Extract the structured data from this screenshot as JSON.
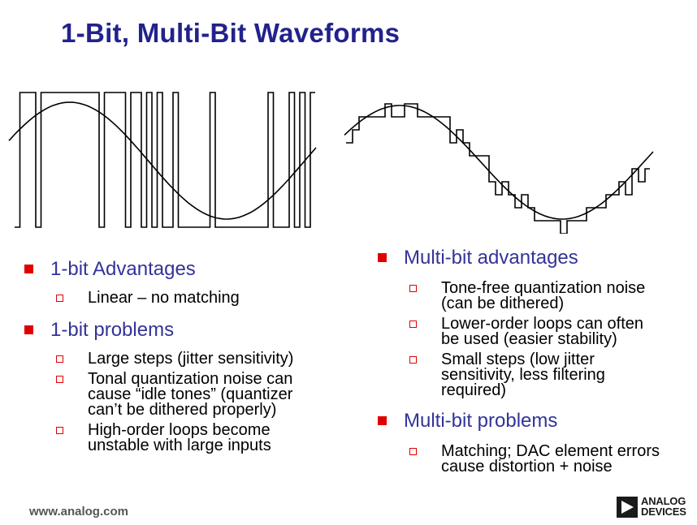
{
  "title": "1-Bit, Multi-Bit Waveforms",
  "left_column": {
    "sections": [
      {
        "heading": "1-bit Advantages",
        "items": [
          [
            "Linear – no matching"
          ]
        ]
      },
      {
        "heading": "1-bit problems",
        "items": [
          [
            "Large steps (jitter sensitivity)"
          ],
          [
            "Tonal quantization noise can",
            "cause “idle tones” (quantizer",
            "can’t be dithered properly)"
          ],
          [
            "High-order loops become",
            "unstable with large inputs"
          ]
        ]
      }
    ]
  },
  "right_column": {
    "sections": [
      {
        "heading": "Multi-bit advantages",
        "items": [
          [
            "Tone-free quantization noise",
            "(can be dithered)"
          ],
          [
            "Lower-order loops can often",
            "be used (easier stability)"
          ],
          [
            "Small steps (low jitter",
            "sensitivity, less filtering",
            "required)"
          ]
        ]
      },
      {
        "heading": "Multi-bit problems",
        "items": [
          [
            "Matching; DAC element errors",
            "cause distortion + noise"
          ]
        ]
      }
    ]
  },
  "footer": {
    "url": "www.analog.com",
    "logo_line1": "ANALOG",
    "logo_line2": "DEVICES"
  },
  "colors": {
    "title": "#22228c",
    "bullet": "#e00000",
    "heading": "#333399"
  }
}
